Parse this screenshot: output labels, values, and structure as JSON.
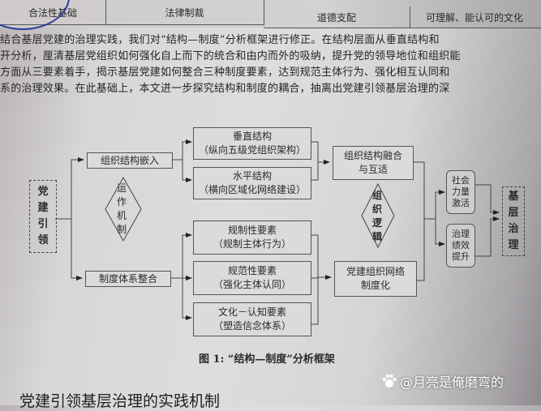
{
  "table_row": {
    "cells": [
      "合法性基础",
      "法律制裁",
      "道德支配",
      "可理解、能认可的文化"
    ]
  },
  "paragraph": {
    "lines": [
      "结合基层党建的治理实践，我们对“结构—制度”分析框架进行修正。在结构层面从垂直结构和",
      "开分析，厘清基层党组织如何强化自上而下的统合和由内而外的吸纳，提升党的领导地位和组织能",
      "方面从三要素着手，揭示基层党建如何整合三种制度要素，达到规范主体行为、强化相互认同和",
      "系的治理效果。在此基础上，本文进一步探究结构和制度的耦合，抽离出党建引领基层治理的深"
    ]
  },
  "diagram": {
    "root": "党建引领",
    "root_chars": [
      "党",
      "建",
      "引",
      "领"
    ],
    "branch_structure": "组织结构嵌入",
    "branch_institution": "制度体系整合",
    "mechanism": [
      "运",
      "作",
      "机",
      "制"
    ],
    "structure_items": [
      {
        "title": "垂直结构",
        "sub": "（纵向五级党组织架构）"
      },
      {
        "title": "水平结构",
        "sub": "（横向区域化网络建设）"
      }
    ],
    "institution_items": [
      {
        "title": "规制性要素",
        "sub": "（规制主体行为）"
      },
      {
        "title": "规范性要素",
        "sub": "（强化主体认同）"
      },
      {
        "title": "文化－认知要素",
        "sub": "（塑造信念体系）"
      }
    ],
    "fusion": {
      "line1": "组织结构融合",
      "line2": "与互适"
    },
    "institutionalize": {
      "line1": "党建组织网络",
      "line2": "制度化"
    },
    "logic": [
      "组",
      "织",
      "逻",
      "辑"
    ],
    "outcome_social": [
      "社会",
      "力量",
      "激活"
    ],
    "outcome_perf": [
      "治理",
      "绩效",
      "提升"
    ],
    "target": [
      "基",
      "层",
      "治",
      "理"
    ]
  },
  "caption": "图 1: “结构—制度”分析框架",
  "watermark": "@月亮是俺磨弯的",
  "next_heading": "党建引领基层治理的实践机制"
}
